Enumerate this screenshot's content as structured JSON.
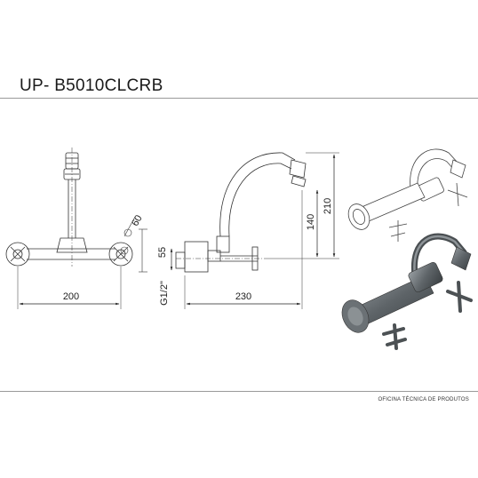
{
  "header": {
    "model_code": "UP- B5010CLCRB"
  },
  "dimensions": {
    "width_front": "200",
    "angle_a": "60",
    "angle_b": "55",
    "thread": "G1/2\"",
    "width_side": "230",
    "height_spout": "140",
    "height_total": "210"
  },
  "footer": {
    "office": "OFICINA TÉCNICA DE PRODUTOS"
  }
}
